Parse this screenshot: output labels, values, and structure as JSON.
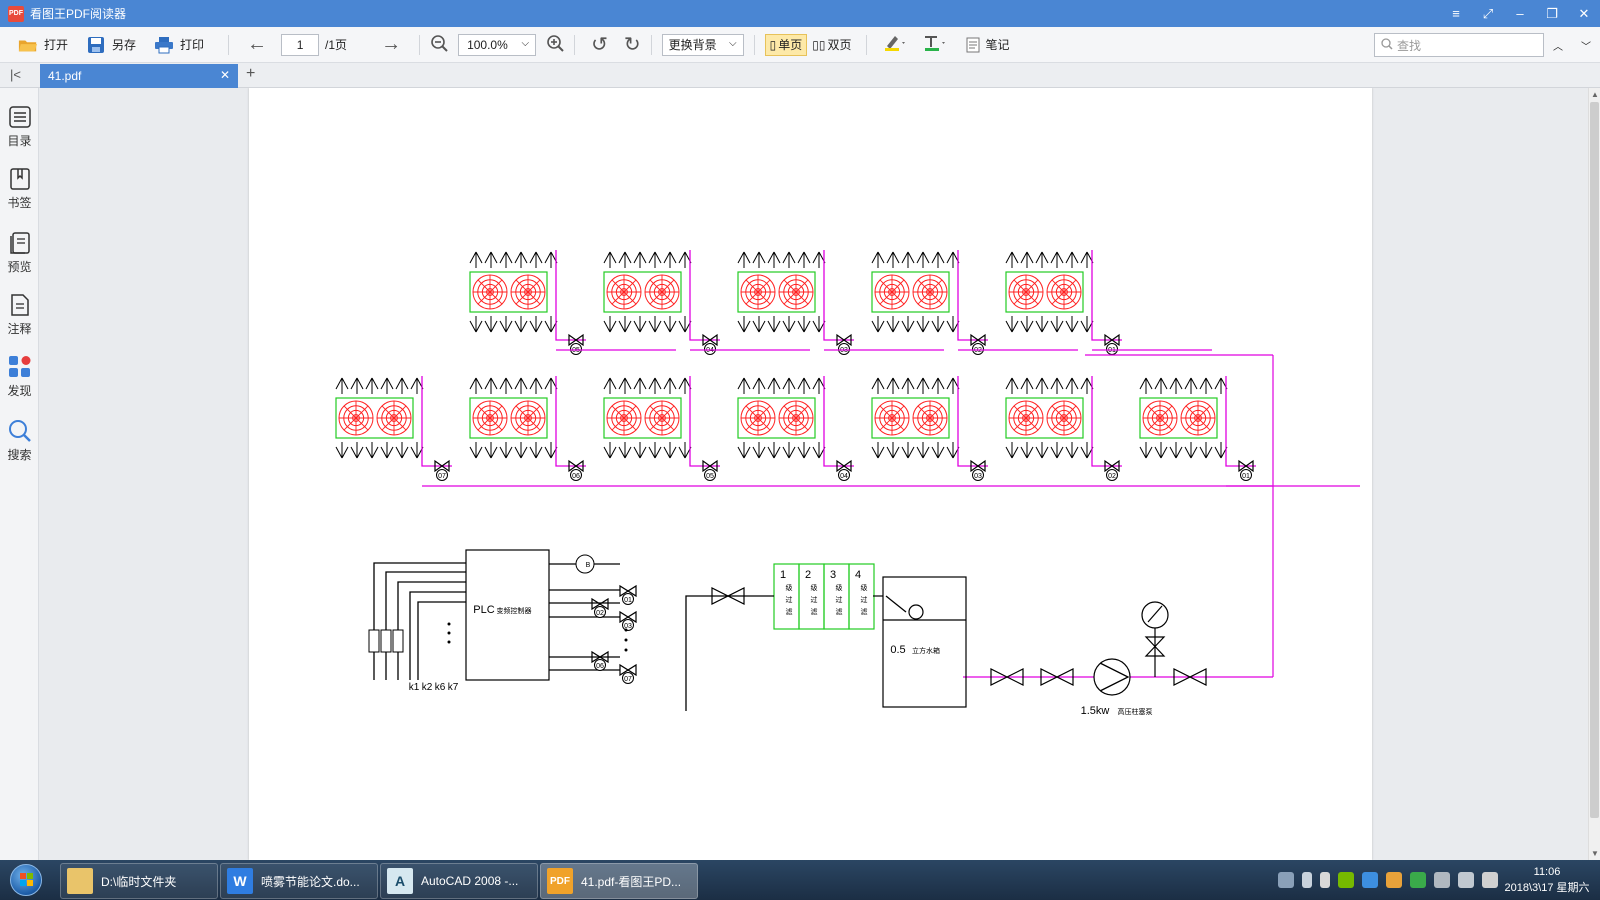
{
  "window": {
    "logo": "PDF",
    "title": "看图王PDF阅读器"
  },
  "toolbar": {
    "open": "打开",
    "save_as": "另存",
    "print": "打印",
    "page_current": "1",
    "page_total": "/1页",
    "zoom": "100.0%",
    "background": "更换背景",
    "single_page": "单页",
    "double_page": "双页",
    "notes": "笔记",
    "search_placeholder": "查找"
  },
  "tabs": [
    {
      "label": "41.pdf"
    }
  ],
  "sidebar": {
    "items": [
      {
        "label": "目录",
        "icon": "list-icon"
      },
      {
        "label": "书签",
        "icon": "bookmark-icon"
      },
      {
        "label": "预览",
        "icon": "preview-icon"
      },
      {
        "label": "注释",
        "icon": "annotation-icon"
      },
      {
        "label": "发现",
        "icon": "discover-icon"
      },
      {
        "label": "搜索",
        "icon": "search-icon"
      }
    ]
  },
  "drawing": {
    "row1_valves": [
      "05",
      "04",
      "03",
      "02",
      "01"
    ],
    "row2_valves": [
      "07",
      "06",
      "05",
      "04",
      "03",
      "02",
      "01"
    ],
    "plc_label": "PLC",
    "plc_sub": "变频控制器",
    "plc_outputs": [
      "B",
      "01",
      "02",
      "03",
      "06",
      "07"
    ],
    "sensor_labels": [
      "k1",
      "k2",
      "k6",
      "k7"
    ],
    "filters": [
      "1",
      "2",
      "3",
      "4"
    ],
    "filter_text": "级过滤",
    "tank_label": "0.5",
    "tank_sub": "立方水箱",
    "pump_label": "1.5kw",
    "pump_sub": "高压柱塞泵"
  },
  "taskbar": {
    "tasks": [
      {
        "label": "D:\\临时文件夹"
      },
      {
        "label": "喷雾节能论文.do..."
      },
      {
        "label": "AutoCAD 2008 -..."
      },
      {
        "label": "41.pdf-看图王PD..."
      }
    ],
    "time": "11:06",
    "date": "2018\\3\\17 星期六"
  },
  "colors": {
    "accent": "#4a86d3",
    "pipe": "#e000e0",
    "fan": "#ff2020",
    "frame": "#22cc22"
  }
}
